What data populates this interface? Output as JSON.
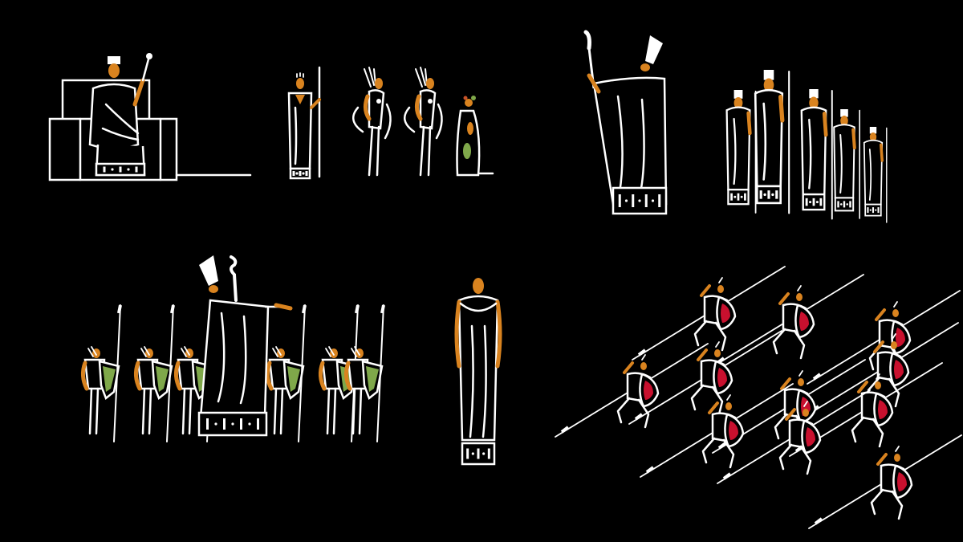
{
  "palette": {
    "background": "#000000",
    "line": "#ffffff",
    "skin": "#d9831f",
    "shield_green": "#7fa84a",
    "shield_red": "#c8102e",
    "band": "#000000"
  },
  "panels": [
    {
      "id": "throne",
      "figures": [
        {
          "kind": "seated-king",
          "position": "center"
        }
      ]
    },
    {
      "id": "court",
      "figures": [
        {
          "kind": "robed-staff"
        },
        {
          "kind": "plumed-bowman"
        },
        {
          "kind": "plumed-bowman"
        },
        {
          "kind": "woman-green"
        }
      ]
    },
    {
      "id": "giant-elders",
      "figures": [
        {
          "kind": "giant-robe"
        },
        {
          "kind": "elder-row",
          "count": 5
        }
      ]
    },
    {
      "id": "pointing-chief",
      "figures": [
        {
          "kind": "spear-guards-left",
          "count": 3
        },
        {
          "kind": "pointing-robe"
        },
        {
          "kind": "spear-guards-right",
          "count": 3
        }
      ]
    },
    {
      "id": "lone-figure",
      "figures": [
        {
          "kind": "standing-robe"
        }
      ]
    },
    {
      "id": "warriors",
      "figures": [
        {
          "kind": "charging-warriors",
          "count": 11
        }
      ]
    }
  ]
}
